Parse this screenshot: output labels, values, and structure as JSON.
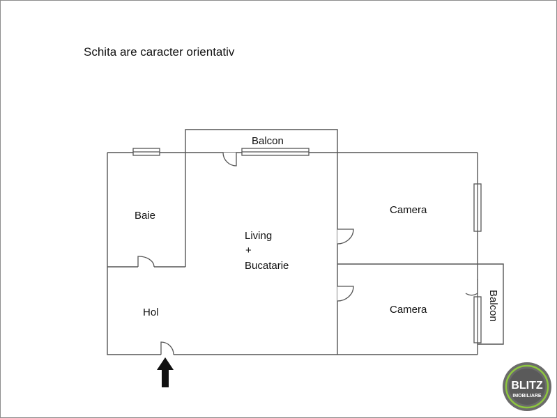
{
  "note": "Schita are caracter orientativ",
  "rooms": {
    "baie": "Baie",
    "living_line1": "Living",
    "living_line2": "+",
    "living_line3": "Bucatarie",
    "camera_top": "Camera",
    "camera_bottom": "Camera",
    "hol": "Hol",
    "balcon_top": "Balcon",
    "balcon_right": "Balcon"
  },
  "entrance_icon": "arrow-up-icon",
  "logo": {
    "icon": "blitz-logo",
    "text_main": "BLITZ",
    "text_sub": "IMOBILIARE",
    "colors": {
      "ring": "#6b6b6b",
      "accent": "#8dc63f",
      "text": "#ffffff"
    }
  },
  "colors": {
    "walls": "#555555",
    "text": "#111111",
    "background": "#ffffff"
  }
}
